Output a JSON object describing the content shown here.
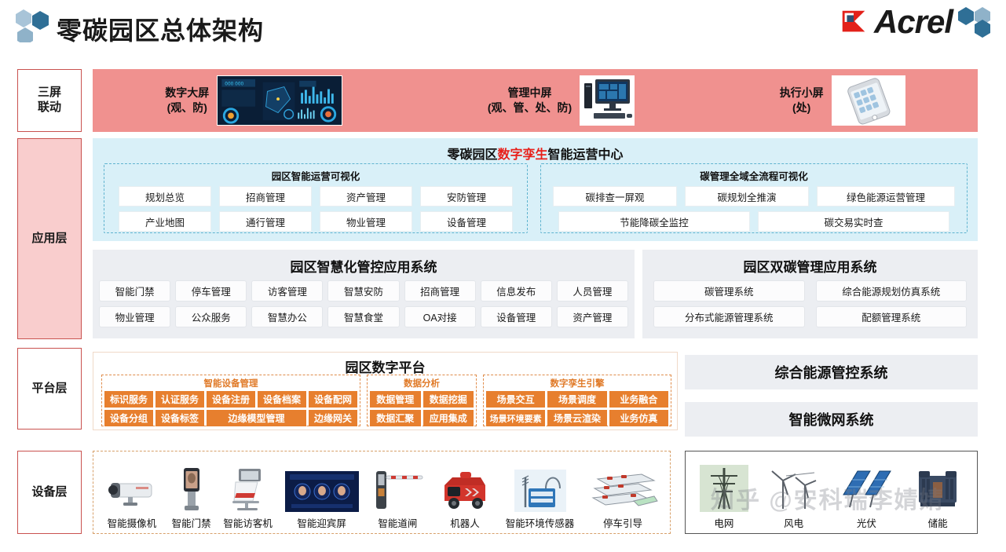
{
  "header": {
    "title": "零碳园区总体架构",
    "brand": "Acrel",
    "logo_icon": "hexagon-cluster-icon",
    "brand_mark_icon": "acrel-red-square-icon"
  },
  "layers": [
    {
      "id": "three-screen",
      "label": "三屏\n联动",
      "filled": false
    },
    {
      "id": "application",
      "label": "应用层",
      "filled": true
    },
    {
      "id": "platform",
      "label": "平台层",
      "filled": false
    },
    {
      "id": "device",
      "label": "设备层",
      "filled": false
    }
  ],
  "three_screen": {
    "items": [
      {
        "title": "数字大屏",
        "sub": "(观、防)",
        "icon": "dashboard-bigscreen-image"
      },
      {
        "title": "管理中屏",
        "sub": "(观、管、处、防)",
        "icon": "desktop-monitor-image"
      },
      {
        "title": "执行小屏",
        "sub": "(处)",
        "icon": "smartphone-image"
      }
    ]
  },
  "application_layer": {
    "center": {
      "title_prefix": "零碳园区",
      "title_highlight": "数字孪生",
      "title_suffix": "智能运营中心",
      "highlight_color": "#e8201a",
      "groups": [
        {
          "title": "园区智能运营可视化",
          "rows": [
            [
              "规划总览",
              "招商管理",
              "资产管理",
              "安防管理"
            ],
            [
              "产业地图",
              "通行管理",
              "物业管理",
              "设备管理"
            ]
          ]
        },
        {
          "title": "碳管理全域全流程可视化",
          "rows": [
            [
              "碳排查一屏观",
              "碳规划全推演",
              "绿色能源运营管理"
            ],
            [
              "节能降碳全监控",
              "碳交易实时查"
            ]
          ]
        }
      ]
    },
    "systems": [
      {
        "title": "园区智慧化管控应用系统",
        "columns": 7,
        "rows": [
          [
            "智能门禁",
            "停车管理",
            "访客管理",
            "智慧安防",
            "招商管理",
            "信息发布",
            "人员管理"
          ],
          [
            "物业管理",
            "公众服务",
            "智慧办公",
            "智慧食堂",
            "OA对接",
            "设备管理",
            "资产管理"
          ]
        ]
      },
      {
        "title": "园区双碳管理应用系统",
        "columns": 2,
        "rows": [
          [
            "碳管理系统",
            "综合能源规划仿真系统"
          ],
          [
            "分布式能源管理系统",
            "配额管理系统"
          ]
        ]
      }
    ]
  },
  "platform_layer": {
    "panel_title": "园区数字平台",
    "groups": [
      {
        "title": "智能设备管理",
        "rows": [
          [
            "标识服务",
            "认证服务",
            "设备注册",
            "设备档案",
            "设备配网"
          ],
          [
            "设备分组",
            "设备标签",
            "边缘模型管理",
            "边缘网关"
          ]
        ]
      },
      {
        "title": "数据分析",
        "rows": [
          [
            "数据管理",
            "数据挖掘"
          ],
          [
            "数据汇聚",
            "应用集成"
          ]
        ]
      },
      {
        "title": "数字孪生引擎",
        "rows": [
          [
            "场景交互",
            "场景调度",
            "业务融合"
          ],
          [
            "场景环境要素",
            "场景云渲染",
            "业务仿真"
          ]
        ]
      }
    ],
    "side_systems": [
      "综合能源管控系统",
      "智能微网系统"
    ]
  },
  "device_layer": {
    "left_items": [
      {
        "label": "智能摄像机",
        "icon": "bullet-camera-image"
      },
      {
        "label": "智能门禁",
        "icon": "face-access-terminal-image"
      },
      {
        "label": "智能访客机",
        "icon": "visitor-kiosk-image"
      },
      {
        "label": "智能迎宾屏",
        "icon": "welcome-screen-image"
      },
      {
        "label": "智能道闸",
        "icon": "barrier-gate-image"
      },
      {
        "label": "机器人",
        "icon": "patrol-robot-image"
      },
      {
        "label": "智能环境传感器",
        "icon": "environment-sensor-image"
      },
      {
        "label": "停车引导",
        "icon": "parking-guidance-image"
      }
    ],
    "right_items": [
      {
        "label": "电网",
        "icon": "power-grid-image"
      },
      {
        "label": "风电",
        "icon": "wind-turbine-image"
      },
      {
        "label": "光伏",
        "icon": "solar-panel-image"
      },
      {
        "label": "储能",
        "icon": "transformer-image"
      }
    ]
  },
  "watermark": {
    "text": "知乎 @安科瑞李婧婧"
  },
  "colors": {
    "pink_band": "#f0918f",
    "pink_fill": "#f9cdcd",
    "red_border": "#c9524f",
    "blue_panel": "#d9f0f8",
    "grey_panel": "#eceef2",
    "orange": "#e77f2e",
    "accent_red": "#e8201a"
  }
}
